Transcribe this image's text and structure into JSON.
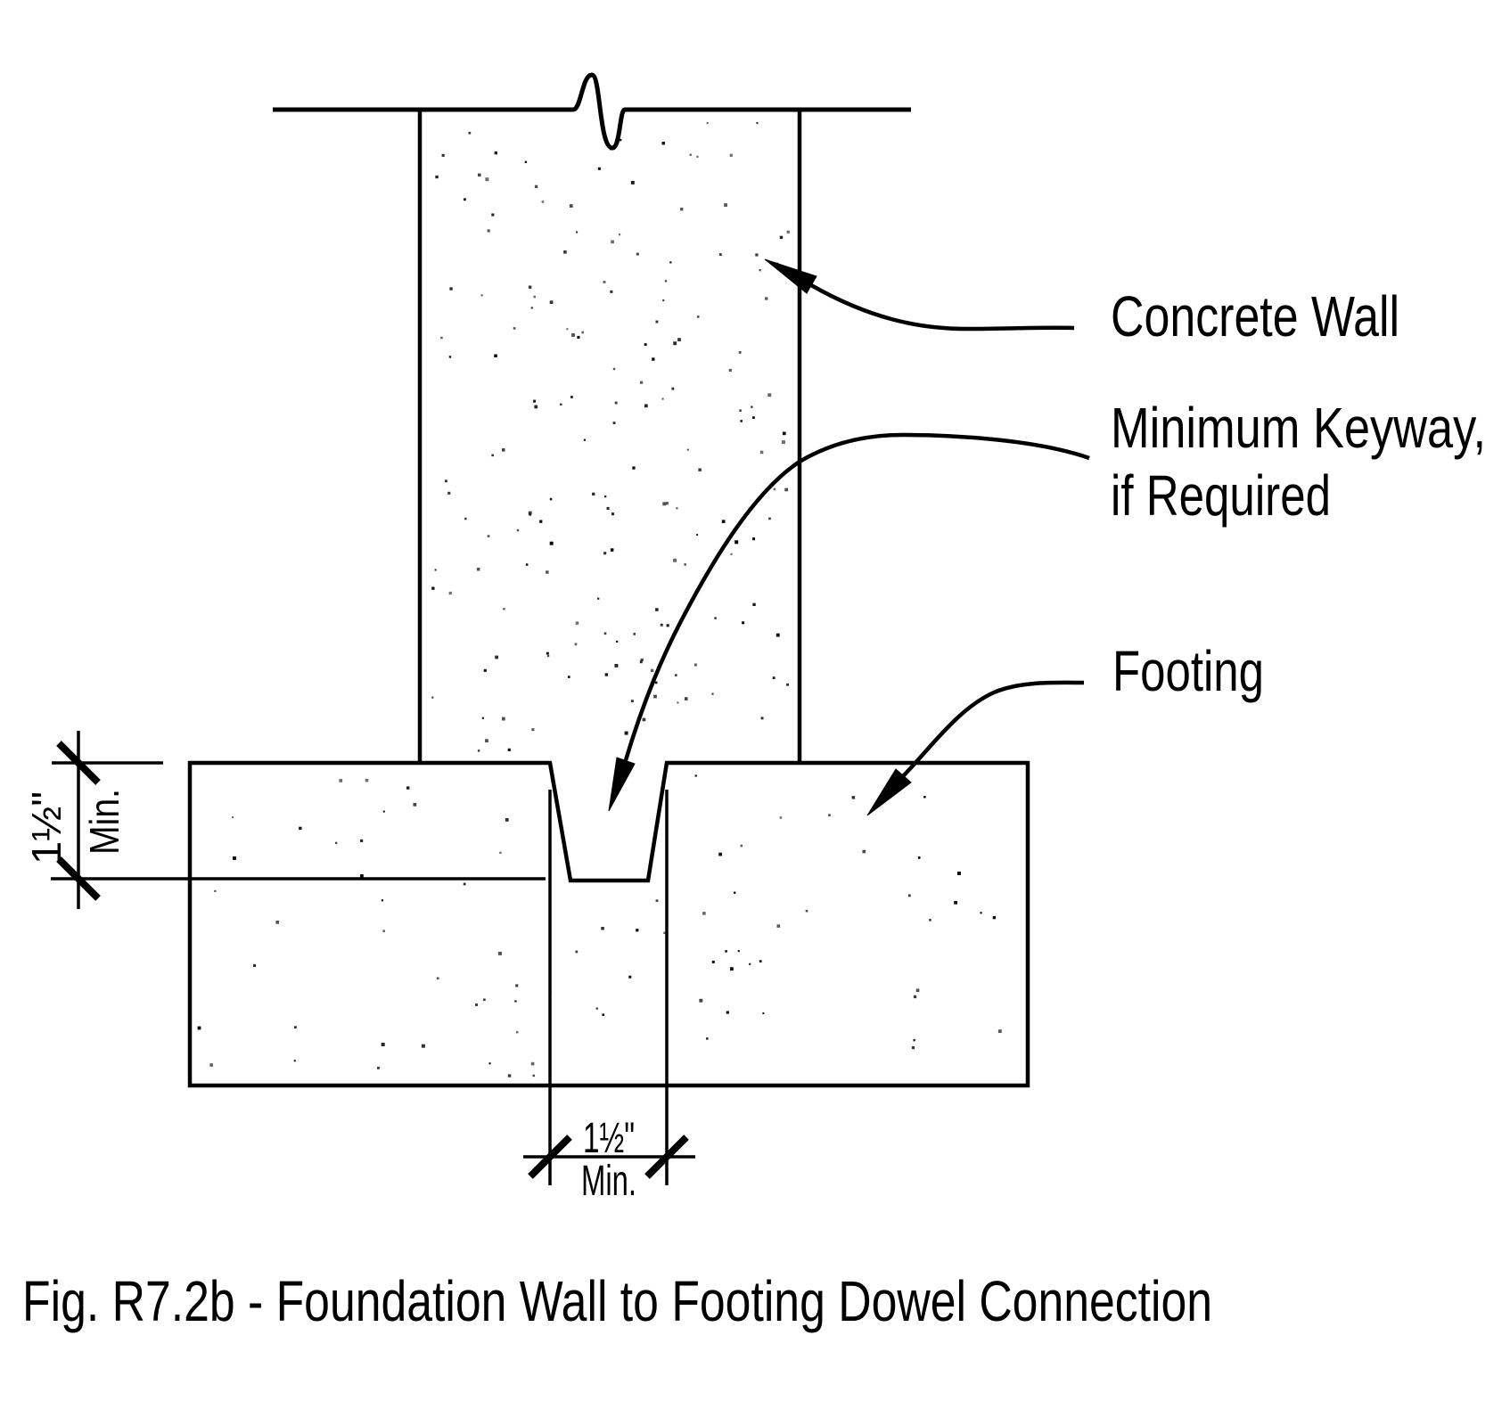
{
  "figure": {
    "caption": "Fig. R7.2b - Foundation Wall to Footing Dowel Connection",
    "labels": {
      "concrete_wall": "Concrete Wall",
      "keyway_line1": "Minimum Keyway,",
      "keyway_line2": "if Required",
      "footing": "Footing"
    },
    "dimensions": {
      "keyway_depth": {
        "value": "1½\"",
        "qualifier": "Min."
      },
      "keyway_width": {
        "value": "1½\"",
        "qualifier": "Min."
      }
    },
    "colors": {
      "line": "#000000",
      "background": "#ffffff"
    }
  }
}
